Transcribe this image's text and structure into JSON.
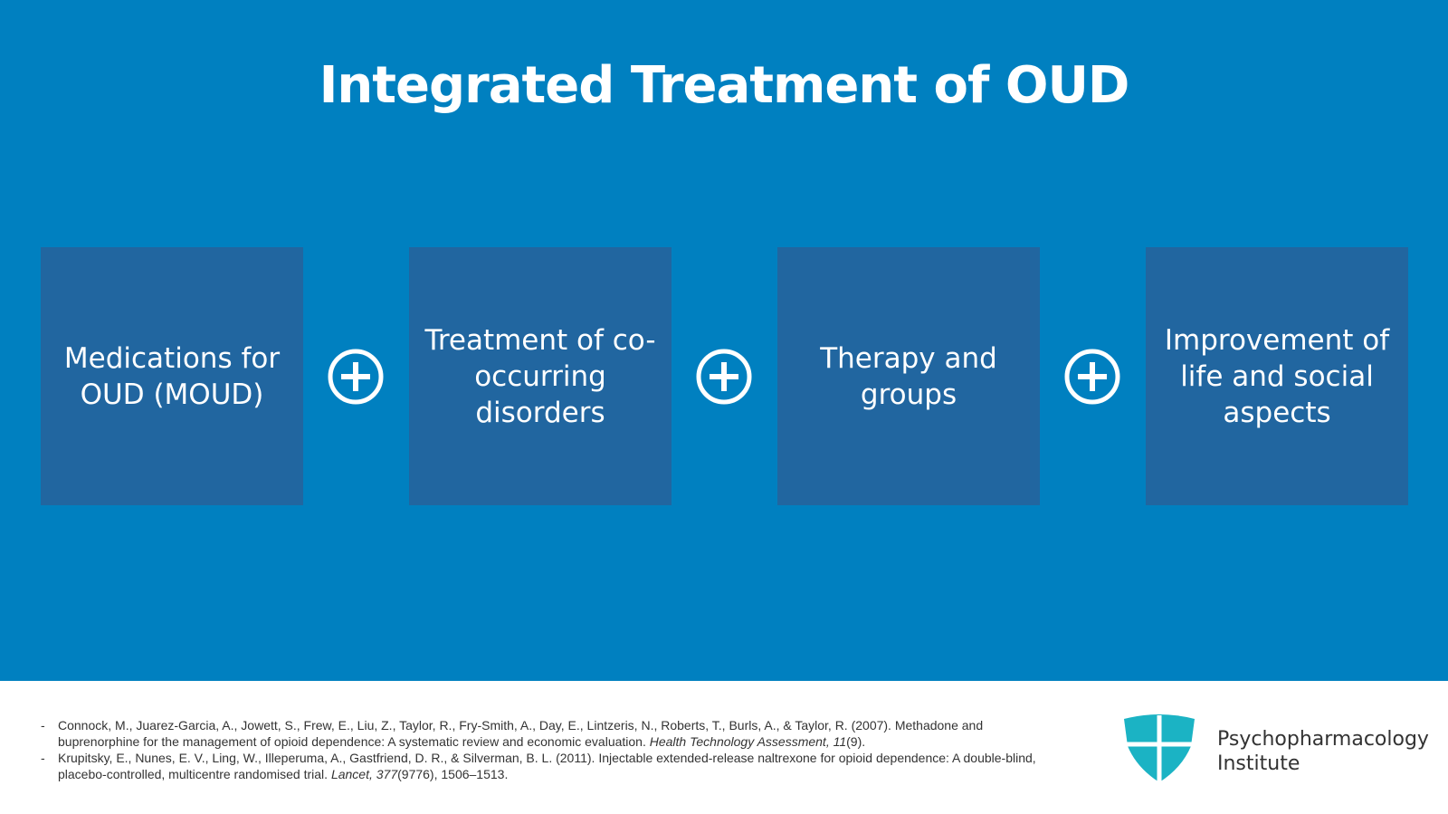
{
  "title": "Integrated Treatment of OUD",
  "boxes": [
    {
      "label": "Medications for OUD (MOUD)"
    },
    {
      "label": "Treatment of co-occurring disorders"
    },
    {
      "label": "Therapy and groups"
    },
    {
      "label": "Improvement of life and social aspects"
    }
  ],
  "references": [
    {
      "text": "Connock, M., Juarez-Garcia, A., Jowett, S., Frew, E., Liu, Z., Taylor, R., Fry-Smith, A., Day, E., Lintzeris, N., Roberts, T., Burls, A., & Taylor, R. (2007). Methadone and buprenorphine for the management of opioid dependence: A systematic review and economic evaluation. ",
      "journal": "Health Technology Assessment",
      "vol": ", 11",
      "tail": "(9)."
    },
    {
      "text": "Krupitsky, E., Nunes, E. V., Ling, W., Illeperuma, A., Gastfriend, D. R., & Silverman, B. L. (2011). Injectable extended-release naltrexone for opioid dependence: A double-blind, placebo-controlled, multicentre randomised trial. ",
      "journal": "Lancet",
      "vol": ", 377",
      "tail": "(9776), 1506–1513."
    }
  ],
  "brand": {
    "line1": "Psychopharmacology",
    "line2": "Institute"
  },
  "colors": {
    "background": "#0080C0",
    "box": "#2166A0",
    "logo": "#1BB3C4"
  }
}
